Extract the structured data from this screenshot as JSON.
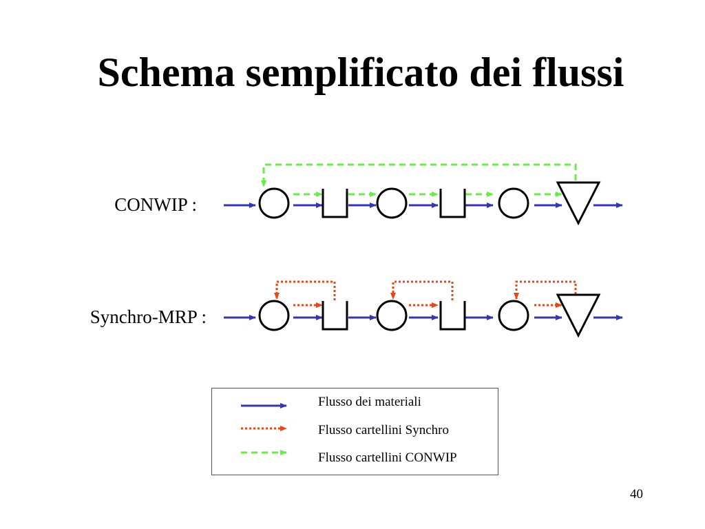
{
  "title": "Schema semplificato dei flussi",
  "rows": {
    "conwip_label": "CONWIP :",
    "synchro_label": "Synchro-MRP :"
  },
  "legend": {
    "items": [
      {
        "label": "Flusso dei materiali",
        "color": "#3333bb",
        "style": "solid"
      },
      {
        "label": "Flusso cartellini Synchro",
        "color": "#ee4411",
        "style": "dotted"
      },
      {
        "label": "Flusso cartellini CONWIP",
        "color": "#66ee44",
        "style": "dashed"
      }
    ]
  },
  "colors": {
    "material": "#3333bb",
    "synchro": "#ee4411",
    "conwip": "#66ee44"
  },
  "page_number": "40"
}
